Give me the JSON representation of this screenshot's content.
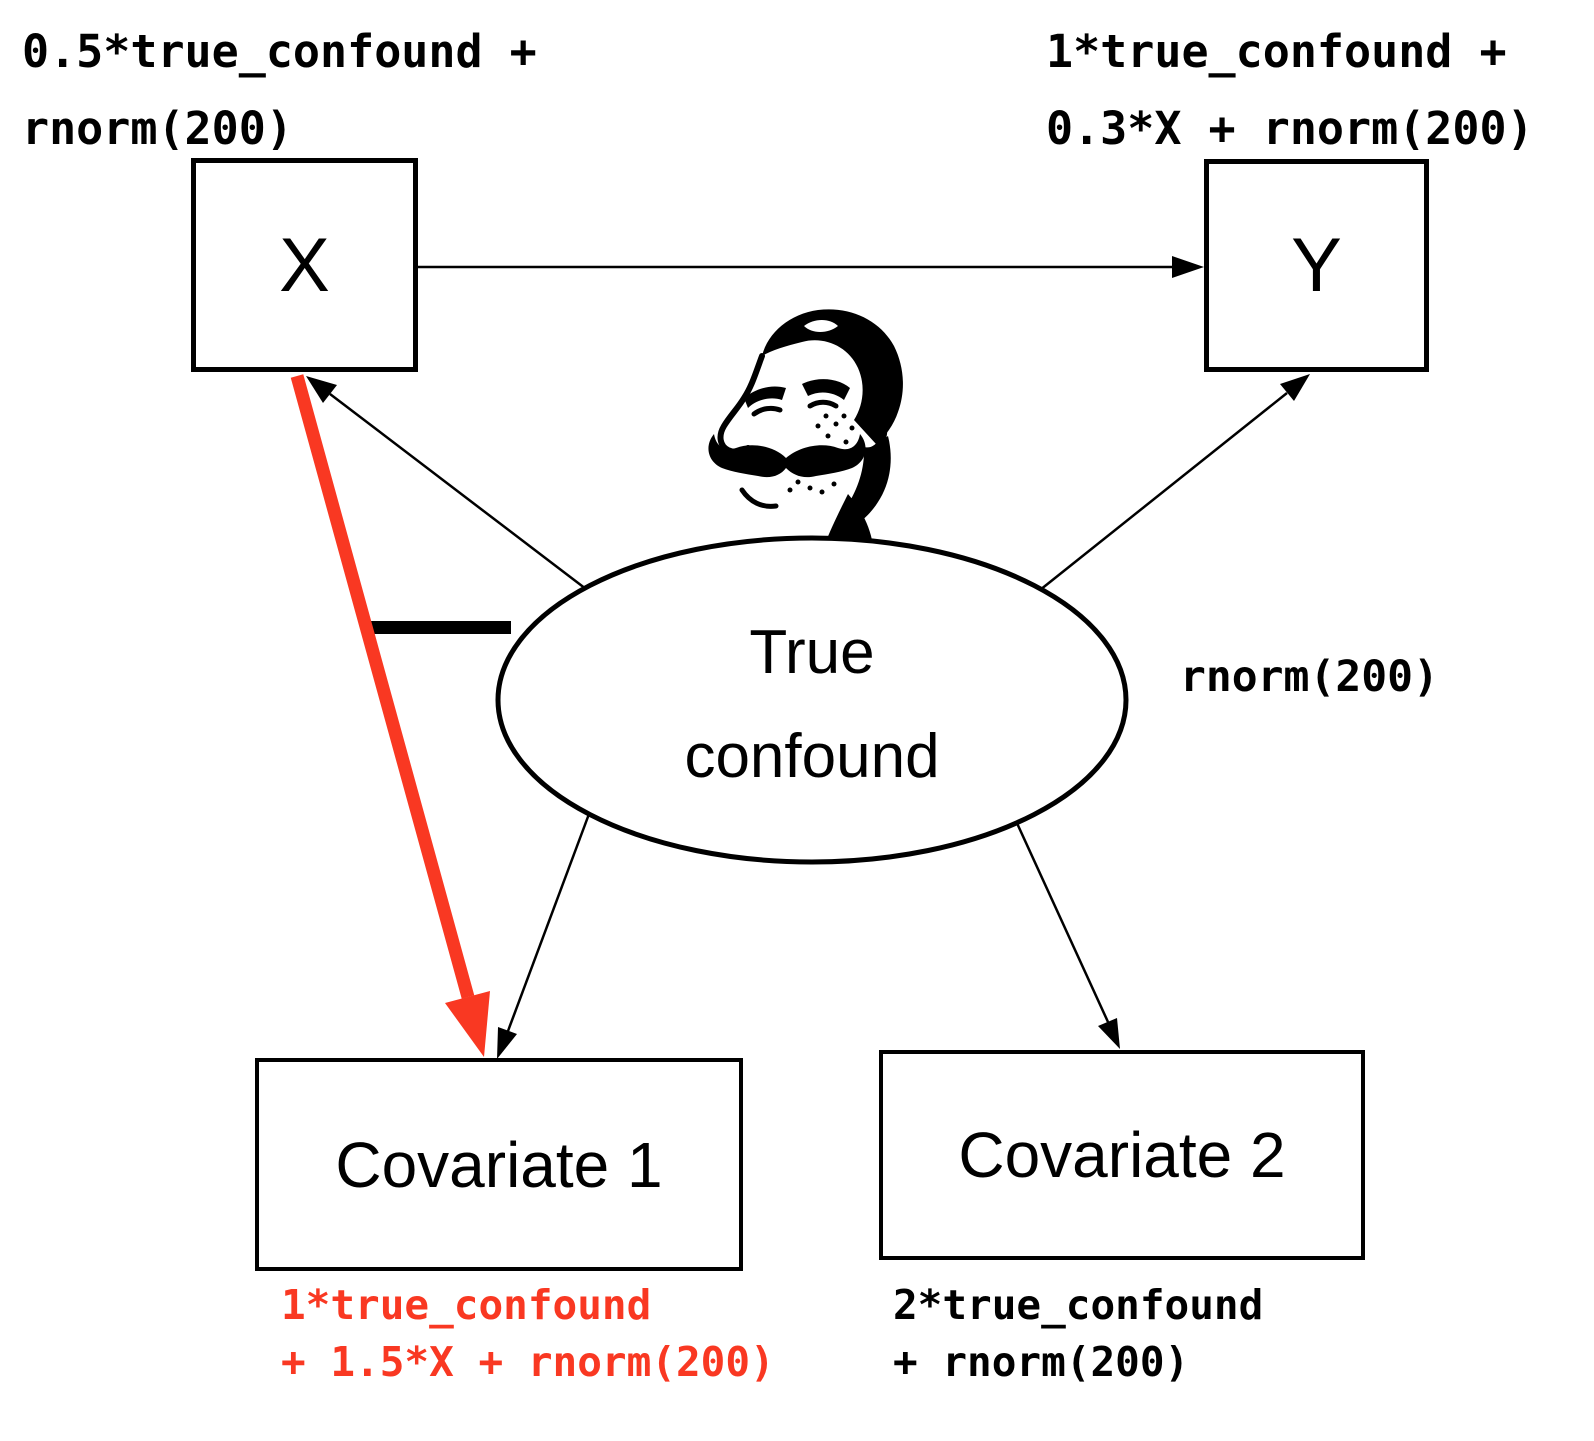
{
  "nodes": {
    "x": {
      "label": "X"
    },
    "y": {
      "label": "Y"
    },
    "true_confound": {
      "label": "True\nconfound"
    },
    "covariate1": {
      "label": "Covariate 1"
    },
    "covariate2": {
      "label": "Covariate 2"
    }
  },
  "formulas": {
    "x": "0.5*true_confound +\nrnorm(200)",
    "y": "1*true_confound +\n0.3*X + rnorm(200)",
    "true_confound": "rnorm(200)",
    "covariate1": "1*true_confound\n+ 1.5*X + rnorm(200)",
    "covariate2": "2*true_confound\n+ rnorm(200)"
  },
  "edges": {
    "x_to_y": "X → Y",
    "confound_to_x": "True confound → X",
    "confound_to_y": "True confound → Y",
    "confound_to_covariate1": "True confound → Covariate 1",
    "confound_to_covariate2": "True confound → Covariate 2",
    "x_to_covariate1_highlighted": "X → Covariate 1"
  },
  "colors": {
    "highlight_red": "#f93822",
    "ink": "#000000",
    "background": "#ffffff"
  }
}
